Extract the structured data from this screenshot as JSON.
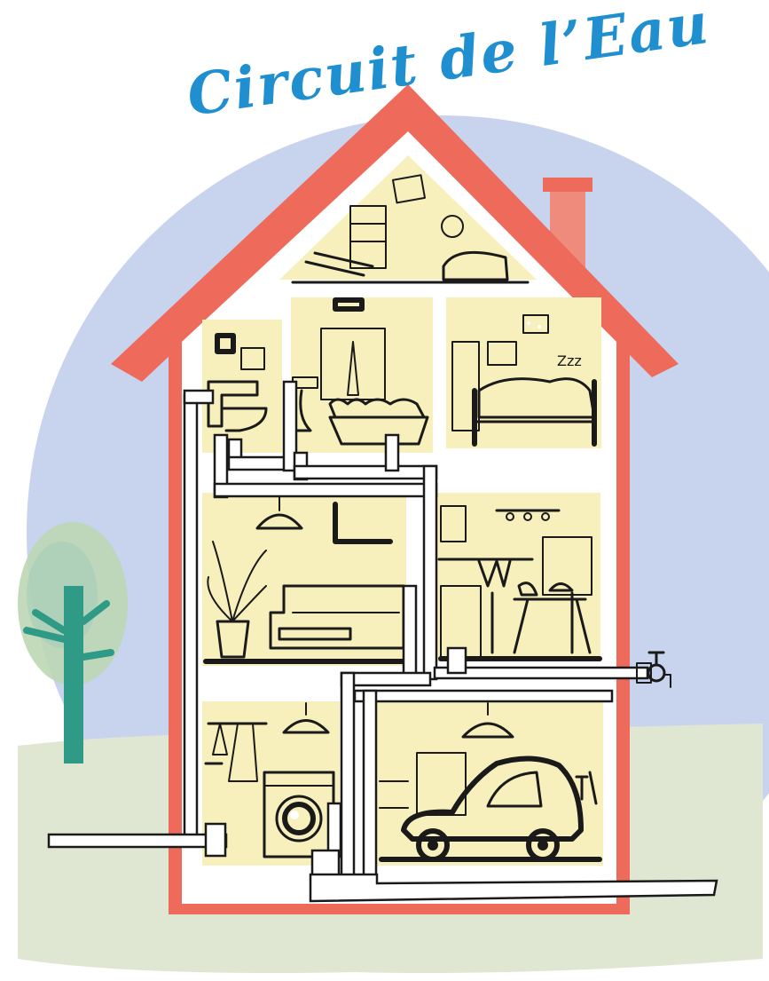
{
  "title": "Circuit de l’Eau",
  "colors": {
    "sky": "#c8d3ee",
    "ground": "#dfe6d2",
    "house_frame": "#ee6b5c",
    "room_fill": "#f7f0bd",
    "pipe": "#ffffff",
    "ink": "#1a1a1a",
    "title": "#1f8fd0",
    "tree_trunk": "#2f9a86",
    "tree_foliage": "#bcd7b4"
  },
  "rooms": [
    "attic",
    "toilet",
    "bathroom",
    "bedroom",
    "living-room",
    "kitchen",
    "laundry-room",
    "garage"
  ],
  "icons": [
    "tree-icon",
    "chimney-icon",
    "outdoor-tap-icon",
    "washing-machine-icon",
    "car-icon",
    "bathtub-icon",
    "bed-icon",
    "plant-icon",
    "sofa-icon",
    "lamp-icon"
  ]
}
